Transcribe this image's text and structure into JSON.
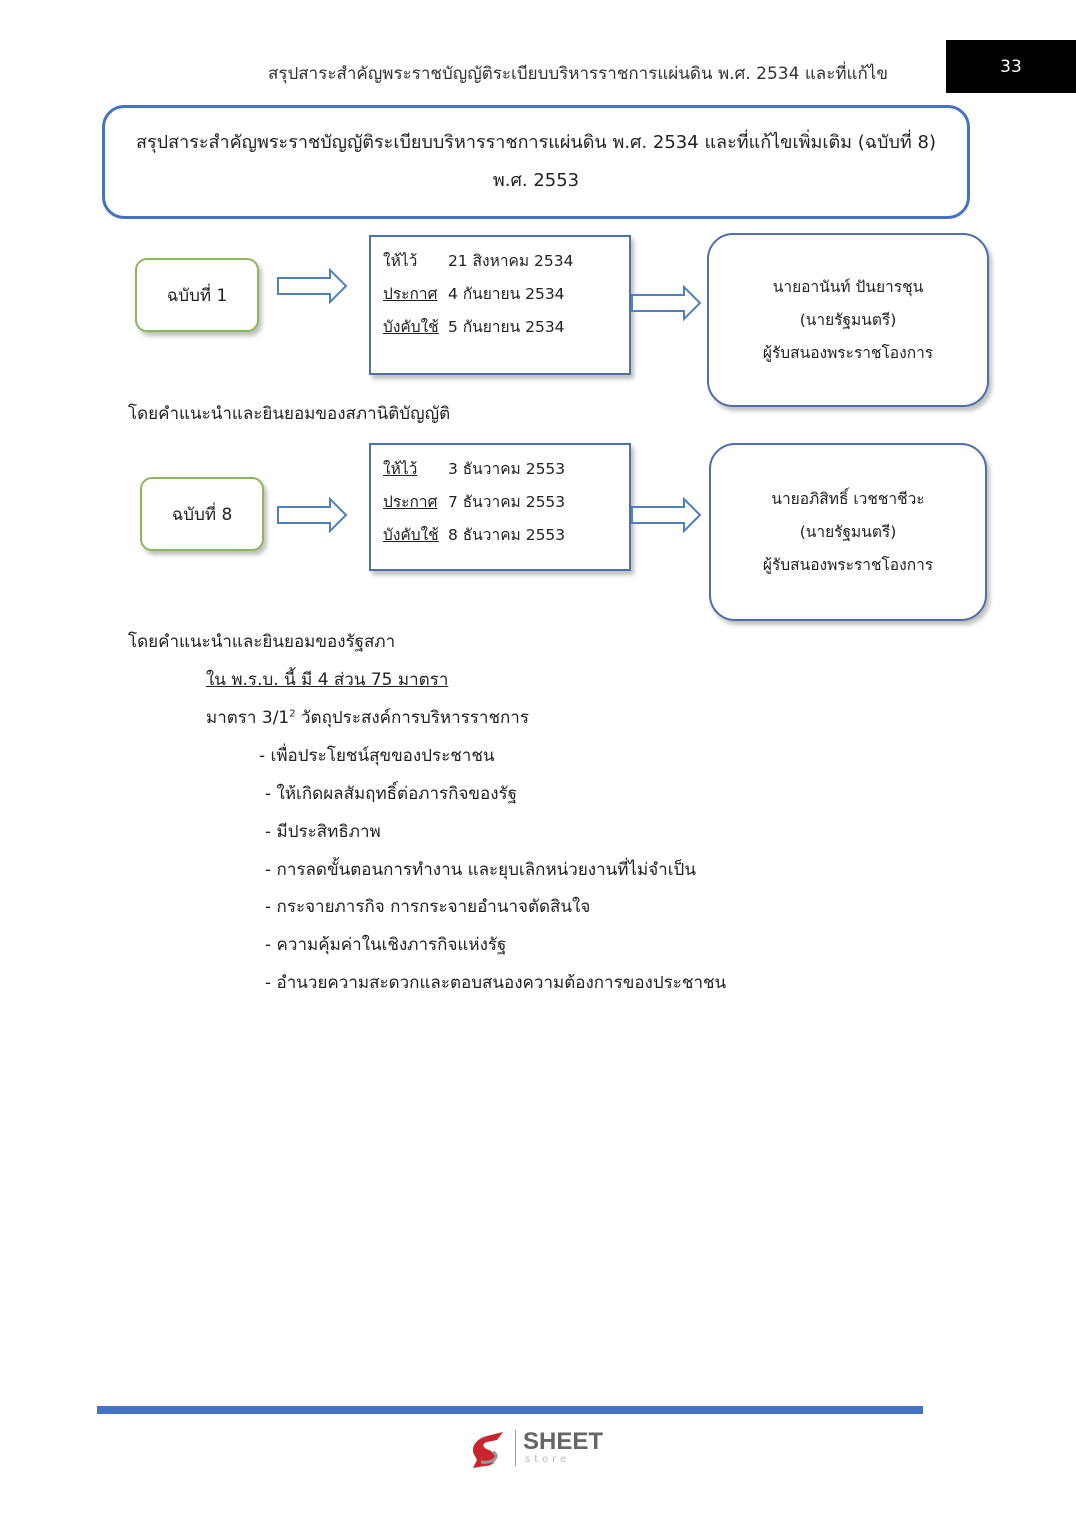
{
  "header": {
    "running_title": "สรุปสาระสำคัญพระราชบัญญัติระเบียบบริหารราชการแผ่นดิน พ.ศ. 2534 และที่แก้ไข",
    "page_number": "33"
  },
  "title": "สรุปสาระสำคัญพระราชบัญญัติระเบียบบริหารราชการแผ่นดิน พ.ศ. 2534 และที่แก้ไขเพิ่มเติม (ฉบับที่ 8) พ.ศ. 2553",
  "editions": [
    {
      "label": "ฉบับที่ 1",
      "dates": [
        {
          "k": "ให้ไว้",
          "v": "21 สิงหาคม 2534"
        },
        {
          "k": "ประกาศ",
          "v": "4 กันยายน 2534"
        },
        {
          "k": "บังคับใช้",
          "v": "5 กันยายน 2534"
        }
      ],
      "signer": [
        "นายอานันท์ ปันยารชุน",
        "(นายรัฐมนตรี)",
        "ผู้รับสนองพระราชโองการ"
      ],
      "advice": "โดยคำแนะนำและยินยอมของสภานิติบัญญัติ"
    },
    {
      "label": "ฉบับที่ 8",
      "dates": [
        {
          "k": "ให้ไว้",
          "v": "3 ธันวาคม 2553"
        },
        {
          "k": "ประกาศ",
          "v": "7 ธันวาคม 2553"
        },
        {
          "k": "บังคับใช้",
          "v": "8 ธันวาคม 2553"
        }
      ],
      "signer": [
        "นายอภิสิทธิ์  เวชชาชีวะ",
        "(นายรัฐมนตรี)",
        "ผู้รับสนองพระราชโองการ"
      ],
      "advice": "โดยคำแนะนำและยินยอมของรัฐสภา"
    }
  ],
  "body": {
    "summary": "ใน พ.ร.บ. นี้ มี 4 ส่วน 75 มาตรา",
    "section_label": "มาตรา 3/1",
    "section_sup": "2",
    "section_title": "วัตถุประสงค์การบริหารราชการ",
    "items": [
      "- เพื่อประโยชน์สุขของประชาชน",
      "- ให้เกิดผลสัมฤทธิ์ต่อภารกิจของรัฐ",
      "- มีประสิทธิภาพ",
      "- การลดขั้นตอนการทำงาน และยุบเลิกหน่วยงานที่ไม่จำเป็น",
      "- กระจายภารกิจ การกระจายอำนาจตัดสินใจ",
      "- ความคุ้มค่าในเชิงภารกิจแห่งรัฐ",
      "- อำนวยความสะดวกและตอบสนองความต้องการของประชาชน"
    ]
  },
  "footer": {
    "logo_text": "SHEET",
    "logo_sub": "store",
    "accent": "#4472c4"
  }
}
